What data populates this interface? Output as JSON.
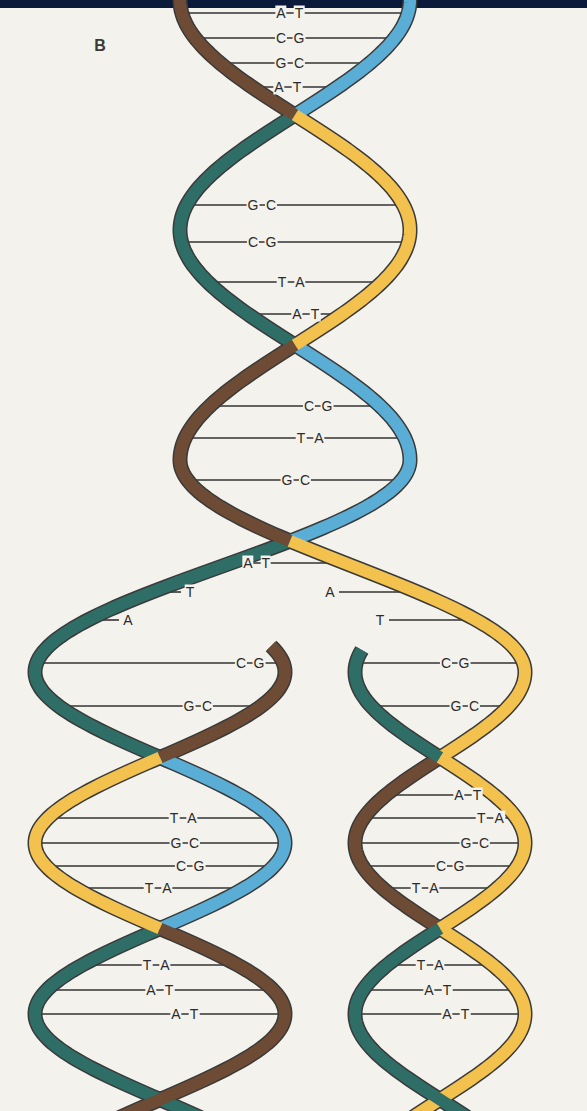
{
  "diagram": {
    "labels": [
      "B",
      "A",
      "T",
      "C",
      "G",
      "G",
      "C",
      "A",
      "T",
      "G",
      "C",
      "C",
      "G",
      "T",
      "A",
      "A",
      "T",
      "C",
      "G",
      "T",
      "A",
      "G",
      "C",
      "A",
      "T",
      "T",
      "A",
      "A",
      "T",
      "C",
      "G",
      "C",
      "G",
      "G",
      "C",
      "G",
      "C",
      "A",
      "T",
      "T",
      "A",
      "T",
      "A",
      "G",
      "C",
      "G",
      "C",
      "C",
      "G",
      "C",
      "G",
      "T",
      "A",
      "T",
      "A",
      "T",
      "A",
      "T",
      "A",
      "A",
      "T",
      "A",
      "T",
      "A",
      "T",
      "A",
      "T"
    ]
  }
}
